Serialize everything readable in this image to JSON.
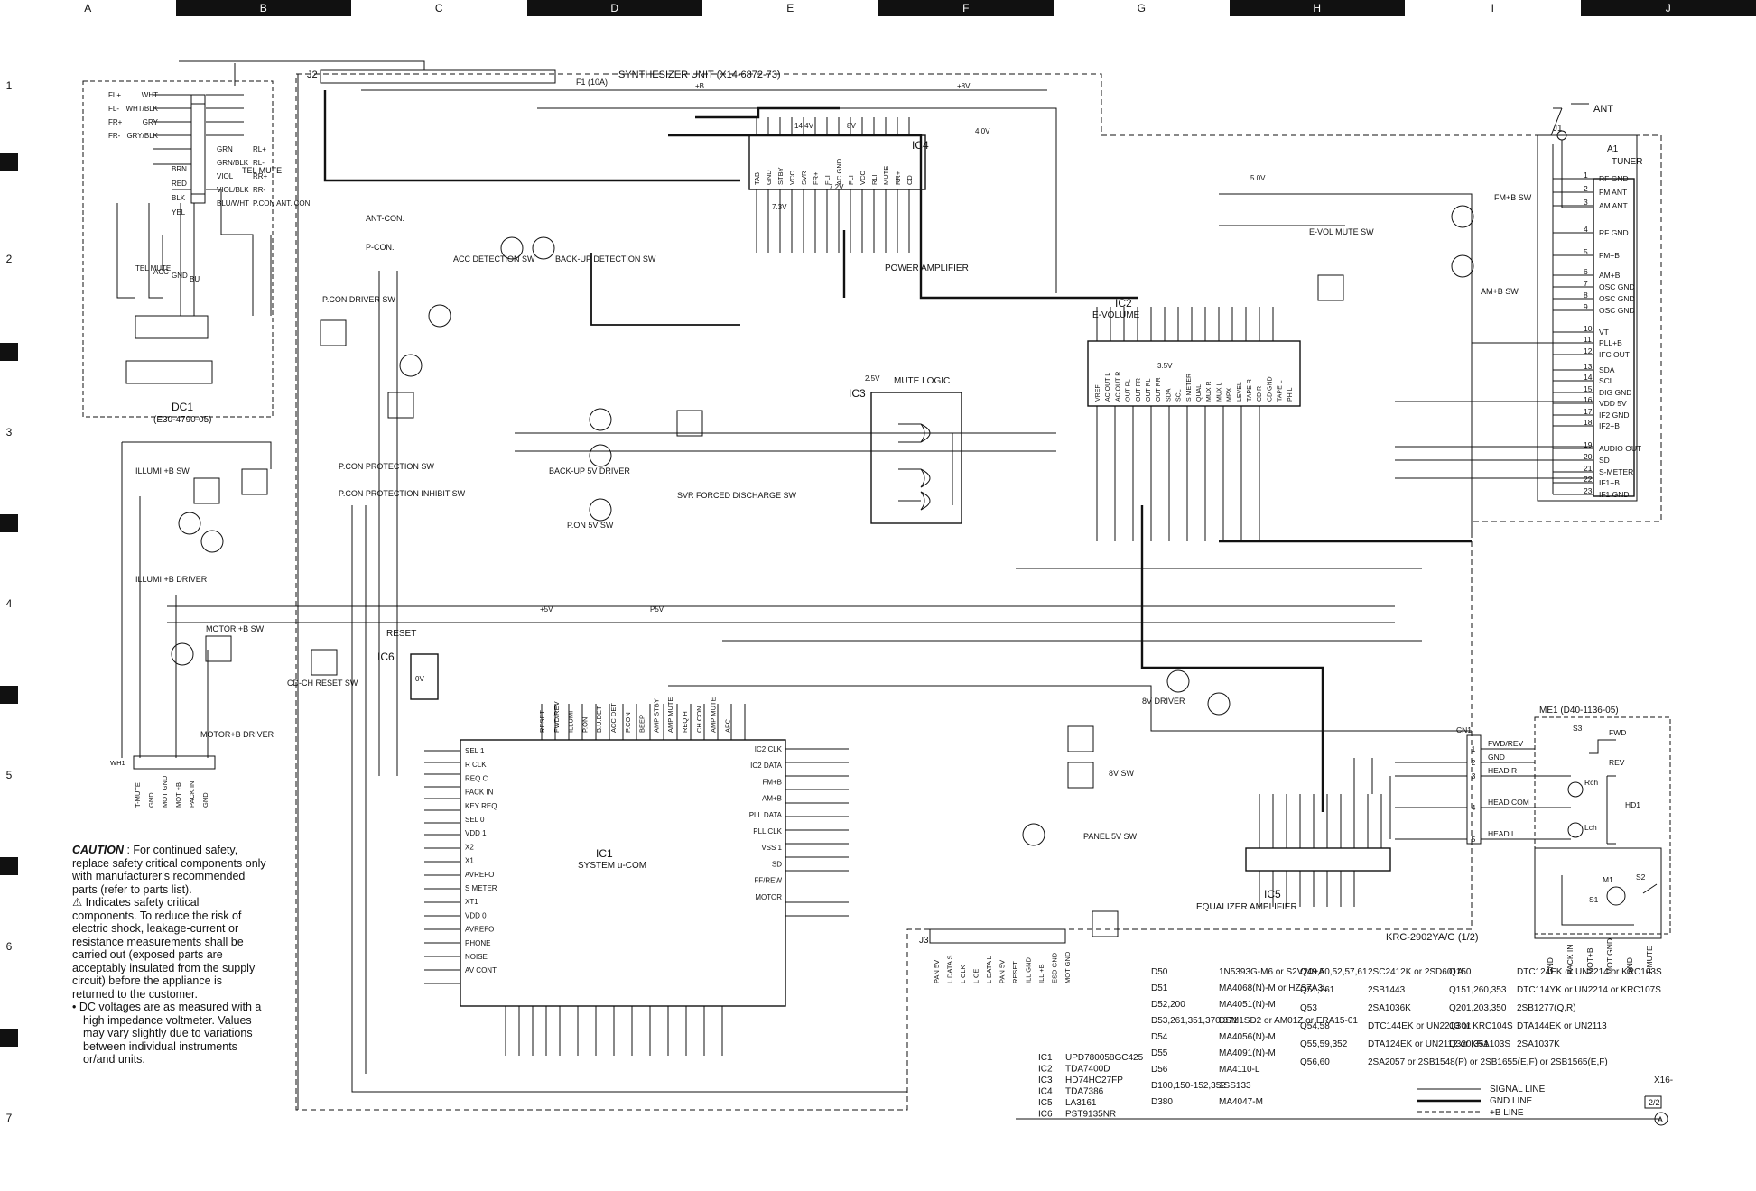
{
  "columns": [
    "A",
    "B",
    "C",
    "D",
    "E",
    "F",
    "G",
    "H",
    "I",
    "J"
  ],
  "rows": [
    "1",
    "2",
    "3",
    "4",
    "5",
    "6",
    "7"
  ],
  "unit_title": "SYNTHESIZER UNIT (X14-6872-73)",
  "model": "KRC-2902YA/G (1/2)",
  "dc1": "DC1",
  "dc1_part": "(E30-4790-05)",
  "me1": "ME1 (D40-1136-05)",
  "ant_label": "ANT",
  "tuner_label": "TUNER",
  "tuner_ref": "A1",
  "j1": "J1",
  "j2": "J2",
  "j3": "J3",
  "f1": "F1 (10A)",
  "caution": {
    "head": "CAUTION",
    "text": ": For continued safety, replace safety critical components only with manufacturer's recommended parts (refer to parts list).",
    "warn": "⚠ Indicates safety critical components. To reduce the risk of electric shock, leakage-current or resistance measurements shall be carried out (exposed parts are acceptably insulated from the supply circuit) before the appliance is returned to the customer.",
    "note": "• DC voltages are as measured with a high impedance voltmeter. Values may vary slightly due to variations between individual instruments or/and units."
  },
  "blocks": [
    {
      "ref": "IC1",
      "name": "SYSTEM u-COM"
    },
    {
      "ref": "IC2",
      "name": "E-VOLUME"
    },
    {
      "ref": "IC3",
      "name": "MUTE LOGIC"
    },
    {
      "ref": "IC4",
      "name": "POWER AMPLIFIER"
    },
    {
      "ref": "IC5",
      "name": "EQUALIZER AMPLIFIER"
    },
    {
      "ref": "IC6",
      "name": "RESET"
    }
  ],
  "func_labels": [
    "ANT-CON.",
    "P-CON.",
    "P.CON DRIVER SW",
    "P.CON PROTECTION SW",
    "P.CON PROTECTION INHIBIT SW",
    "ACC DETECTION SW",
    "BACK-UP DETECTION SW",
    "BACK-UP 5V DRIVER",
    "P.ON 5V SW",
    "SVR FORCED DISCHARGE SW",
    "E-VOL MUTE SW",
    "FM+B SW",
    "AM+B SW",
    "ILLUMI +B SW",
    "ILLUMI +B DRIVER",
    "MOTOR +B SW",
    "MOTOR+B DRIVER",
    "CD-CH RESET SW",
    "8V DRIVER",
    "8V SW",
    "PANEL 5V SW",
    "TEL MUTE"
  ],
  "tuner_pins": [
    {
      "n": "1",
      "name": "RF GND"
    },
    {
      "n": "2",
      "name": "FM ANT"
    },
    {
      "n": "3",
      "name": "AM ANT"
    },
    {
      "n": "4",
      "name": "RF GND"
    },
    {
      "n": "5",
      "name": "FM+B"
    },
    {
      "n": "6",
      "name": "AM+B"
    },
    {
      "n": "7",
      "name": "OSC GND"
    },
    {
      "n": "8",
      "name": "OSC GND"
    },
    {
      "n": "9",
      "name": "OSC GND"
    },
    {
      "n": "10",
      "name": "VT"
    },
    {
      "n": "11",
      "name": "PLL+B"
    },
    {
      "n": "12",
      "name": "IFC OUT"
    },
    {
      "n": "13",
      "name": "SDA"
    },
    {
      "n": "14",
      "name": "SCL"
    },
    {
      "n": "15",
      "name": "DIG GND"
    },
    {
      "n": "16",
      "name": "VDD 5V"
    },
    {
      "n": "17",
      "name": "IF2 GND"
    },
    {
      "n": "18",
      "name": "IF2+B"
    },
    {
      "n": "19",
      "name": "AUDIO OUT"
    },
    {
      "n": "20",
      "name": "SD"
    },
    {
      "n": "21",
      "name": "S-METER"
    },
    {
      "n": "22",
      "name": "IF1+B"
    },
    {
      "n": "23",
      "name": "IF1 GND"
    }
  ],
  "ic1_left_pins": [
    "SEL 1",
    "R CLK",
    "REQ C",
    "PACK IN",
    "KEY REQ",
    "SEL 0",
    "VDD 1",
    "X2",
    "X1",
    "AVREFO",
    "S METER",
    "XT1",
    "VDD 0",
    "AVREFO",
    "PHONE",
    "NOISE",
    "AV CONT"
  ],
  "ic1_top_pins": [
    "RESET",
    "FWD/REV",
    "ILLUMI",
    "P.ON",
    "B.U.DET",
    "ACC DET",
    "P.CON",
    "BEEP",
    "AMP STBY",
    "AMP MUTE",
    "REQ H",
    "CH CON",
    "AMP MUTE",
    "AFC"
  ],
  "ic1_right_pins": [
    "IC2 CLK",
    "IC2 DATA",
    "FM+B",
    "AM+B",
    "PLL DATA",
    "PLL CLK",
    "VSS 1",
    "SD",
    "FF/REW",
    "MOTOR"
  ],
  "ic4_pins": [
    "TAB",
    "GND",
    "STBY",
    "VCC",
    "SVR",
    "FR+",
    "FLI",
    "AC GND",
    "FLI",
    "VCC",
    "RLI",
    "MUTE",
    "RR+",
    "CD"
  ],
  "ic2_pins": [
    "VREF",
    "AC OUT L",
    "AC OUT R",
    "OUT FL",
    "OUT FR",
    "OUT RL",
    "OUT RR",
    "SDA",
    "SCL",
    "S METER",
    "QUAL",
    "MUX R",
    "MUX L",
    "MPX",
    "LEVEL",
    "TAPE R",
    "CD R",
    "CD GND",
    "TAPE L",
    "PH L"
  ],
  "cn1_pins": [
    {
      "n": "1",
      "name": "FWD/REV"
    },
    {
      "n": "2",
      "name": "GND"
    },
    {
      "n": "3",
      "name": "HEAD R"
    },
    {
      "n": "4",
      "name": "HEAD COM"
    },
    {
      "n": "5",
      "name": "HEAD L"
    }
  ],
  "me1_parts": [
    "S3",
    "FWD",
    "REV",
    "HD1",
    "Rch",
    "Lch",
    "M1",
    "S1",
    "S2"
  ],
  "me1_bottom": [
    "GND",
    "PACK IN",
    "MOT+B",
    "MOT GND",
    "GND",
    "T-MUTE"
  ],
  "j3_pins": [
    "PAN 5V",
    "L DATA S",
    "L CLK",
    "L CE",
    "L DATA L",
    "PAN 5V",
    "RESET",
    "ILL GND",
    "ILL +B",
    "ESD GND",
    "MOT GND"
  ],
  "wh1_pins": [
    "T-MUTE",
    "GND",
    "MOT GND",
    "MOT +B",
    "PACK IN",
    "GND"
  ],
  "dc1_wires": [
    {
      "color": "WHT",
      "pin": "FL+"
    },
    {
      "color": "WHT/BLK",
      "pin": "FL-"
    },
    {
      "color": "GRY",
      "pin": "FR+"
    },
    {
      "color": "GRY/BLK",
      "pin": "FR-"
    },
    {
      "color": "GRN",
      "pin": "RL+"
    },
    {
      "color": "GRN/BLK",
      "pin": "RL-"
    },
    {
      "color": "VIOL",
      "pin": "RR+"
    },
    {
      "color": "VIOL/BLK",
      "pin": "RR-"
    },
    {
      "color": "BLU/WHT",
      "pin": "P.CON ANT. CON"
    },
    {
      "color": "BRN",
      "pin": "TEL MUTE"
    },
    {
      "color": "RED",
      "pin": "ACC"
    },
    {
      "color": "BLK",
      "pin": "GND"
    },
    {
      "color": "YEL",
      "pin": "BU"
    }
  ],
  "parts_table": [
    {
      "ref": "D50",
      "part": "1N5393G-M6 or S2V20+A"
    },
    {
      "ref": "D51",
      "part": "MA4068(N)-M or HZS7A3L"
    },
    {
      "ref": "D52,200",
      "part": "MA4051(N)-M"
    },
    {
      "ref": "D53,261,351,370,371",
      "part": "DSM1SD2 or AM01Z or ERA15-01"
    },
    {
      "ref": "D54",
      "part": "MA4056(N)-M"
    },
    {
      "ref": "D55",
      "part": "MA4091(N)-M"
    },
    {
      "ref": "D56",
      "part": "MA4110-L"
    },
    {
      "ref": "D100,150-152,352",
      "part": "1SS133"
    },
    {
      "ref": "D380",
      "part": "MA4047-M"
    },
    {
      "ref": "Q49,50,52,57,61",
      "part": "2SC2412K or 2SD601A"
    },
    {
      "ref": "Q51,261",
      "part": "2SB1443"
    },
    {
      "ref": "Q53",
      "part": "2SA1036K"
    },
    {
      "ref": "Q54,58",
      "part": "DTC144EK or UN2213 or KRC104S"
    },
    {
      "ref": "Q55,59,352",
      "part": "DTA124EK or UN2112 or KRA103S"
    },
    {
      "ref": "Q56,60",
      "part": "2SA2057 or 2SB1548(P) or 2SB1655(E,F) or 2SB1565(E,F)"
    },
    {
      "ref": "Q150",
      "part": "DTC124EK or UN2214 or KRC103S"
    },
    {
      "ref": "Q151,260,353",
      "part": "DTC114YK or UN2214 or KRC107S"
    },
    {
      "ref": "Q201,203,350",
      "part": "2SB1277(Q,R)"
    },
    {
      "ref": "Q301",
      "part": "DTA144EK or UN2113"
    },
    {
      "ref": "Q320,351",
      "part": "2SA1037K"
    }
  ],
  "ic_table": [
    {
      "ref": "IC1",
      "part": "UPD780058GC425"
    },
    {
      "ref": "IC2",
      "part": "TDA7400D"
    },
    {
      "ref": "IC3",
      "part": "HD74HC27FP"
    },
    {
      "ref": "IC4",
      "part": "TDA7386"
    },
    {
      "ref": "IC5",
      "part": "LA3161"
    },
    {
      "ref": "IC6",
      "part": "PST9135NR"
    }
  ],
  "legend": [
    {
      "label": "SIGNAL LINE"
    },
    {
      "label": "GND LINE"
    },
    {
      "label": "+B LINE"
    }
  ],
  "page_ref": "X16-",
  "page_ref2": "2/2",
  "circle_a": "A",
  "voltages": [
    "+B",
    "+8V",
    "+5V",
    "P5V",
    "5.0V",
    "14.4V",
    "7.2V",
    "7.3V",
    "8V",
    "4.0V",
    "3.5V",
    "0V",
    "2.5V"
  ],
  "colors": {
    "line": "#111111",
    "bg": "#ffffff",
    "dash": "#222222"
  }
}
